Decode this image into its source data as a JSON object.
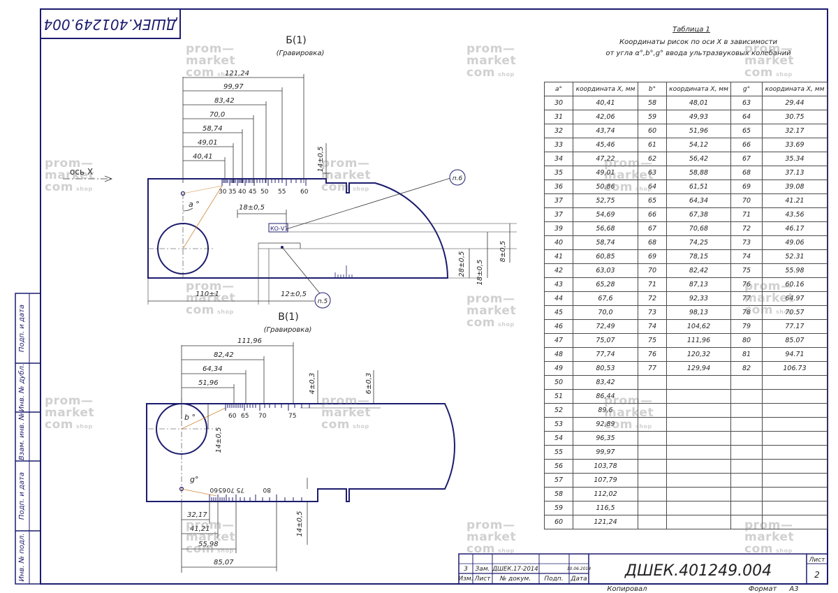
{
  "designation": "ДШЕК.401249.004",
  "side_stamps": [
    "Подп. и дата",
    "Инв. № дубл.",
    "Взам. инв. №",
    "Подп. и дата",
    "Инв. № подл."
  ],
  "view_b": {
    "title": "Б(1)",
    "subtitle": "(Гравировка)",
    "dims": [
      "121,24",
      "99,97",
      "83,42",
      "70,0",
      "58,74",
      "49,01",
      "40,41"
    ],
    "axis_label": "ось X",
    "scale_labels": [
      "30",
      "35",
      "40",
      "45",
      "50",
      "55",
      "60"
    ],
    "angle": "a °",
    "dim_18": "18±0,5",
    "ko_label": "КО-V1",
    "dim_14": "14±0,5",
    "dim_110": "110±1",
    "dim_12": "12±0,5",
    "dim_28": "28±0,5",
    "dim_18v": "18±0,5",
    "dim_8": "8±0,5",
    "callout_6": "п.6",
    "callout_5": "п.5"
  },
  "view_v": {
    "title": "В(1)",
    "subtitle": "(Гравировка)",
    "dims_top": [
      "111,96",
      "82,42",
      "64,34",
      "51,96"
    ],
    "dim_4": "4±0,3",
    "dim_6": "6±0,3",
    "scale_top": [
      "60",
      "65",
      "70",
      "75"
    ],
    "angle_b": "b °",
    "dim_14": "14±0,5",
    "angle_g": "g°",
    "scale_bottom": [
      "60",
      "65",
      "70",
      "75",
      "80"
    ],
    "dims_bottom": [
      "32,17",
      "41,21",
      "55,98",
      "85,07"
    ],
    "dim_14_bottom": "14±0,5"
  },
  "table": {
    "caption": "Таблица 1",
    "title_line1": "Координаты рисок по оси X в зависимости",
    "title_line2": "от угла α°,b°,g° ввода ультразвуковых колебаний",
    "headers": [
      "a°",
      "координата X, мм",
      "b°",
      "координата X, мм",
      "g°",
      "координата X, мм"
    ],
    "rows": [
      [
        "30",
        "40,41",
        "58",
        "48,01",
        "63",
        "29.44"
      ],
      [
        "31",
        "42,06",
        "59",
        "49,93",
        "64",
        "30.75"
      ],
      [
        "32",
        "43,74",
        "60",
        "51,96",
        "65",
        "32.17"
      ],
      [
        "33",
        "45,46",
        "61",
        "54,12",
        "66",
        "33.69"
      ],
      [
        "34",
        "47,22",
        "62",
        "56,42",
        "67",
        "35.34"
      ],
      [
        "35",
        "49,01",
        "63",
        "58,88",
        "68",
        "37.13"
      ],
      [
        "36",
        "50,86",
        "64",
        "61,51",
        "69",
        "39.08"
      ],
      [
        "37",
        "52,75",
        "65",
        "64,34",
        "70",
        "41.21"
      ],
      [
        "37",
        "54,69",
        "66",
        "67,38",
        "71",
        "43.56"
      ],
      [
        "39",
        "56,68",
        "67",
        "70,68",
        "72",
        "46.17"
      ],
      [
        "40",
        "58,74",
        "68",
        "74,25",
        "73",
        "49.06"
      ],
      [
        "41",
        "60,85",
        "69",
        "78,15",
        "74",
        "52.31"
      ],
      [
        "42",
        "63,03",
        "70",
        "82,42",
        "75",
        "55.98"
      ],
      [
        "43",
        "65,28",
        "71",
        "87,13",
        "76",
        "60.16"
      ],
      [
        "44",
        "67,6",
        "72",
        "92,33",
        "77",
        "64.97"
      ],
      [
        "45",
        "70,0",
        "73",
        "98,13",
        "78",
        "70.57"
      ],
      [
        "46",
        "72,49",
        "74",
        "104,62",
        "79",
        "77.17"
      ],
      [
        "47",
        "75,07",
        "75",
        "111,96",
        "80",
        "85.07"
      ],
      [
        "48",
        "77,74",
        "76",
        "120,32",
        "81",
        "94.71"
      ],
      [
        "49",
        "80,53",
        "77",
        "129,94",
        "82",
        "106.73"
      ],
      [
        "50",
        "83,42",
        "",
        "",
        "",
        ""
      ],
      [
        "51",
        "86,44",
        "",
        "",
        "",
        ""
      ],
      [
        "52",
        "89,6",
        "",
        "",
        "",
        ""
      ],
      [
        "53",
        "92,89",
        "",
        "",
        "",
        ""
      ],
      [
        "54",
        "96,35",
        "",
        "",
        "",
        ""
      ],
      [
        "55",
        "99,97",
        "",
        "",
        "",
        ""
      ],
      [
        "56",
        "103,78",
        "",
        "",
        "",
        ""
      ],
      [
        "57",
        "107,79",
        "",
        "",
        "",
        ""
      ],
      [
        "58",
        "112,02",
        "",
        "",
        "",
        ""
      ],
      [
        "59",
        "116,5",
        "",
        "",
        "",
        ""
      ],
      [
        "60",
        "121,24",
        "",
        "",
        "",
        ""
      ]
    ]
  },
  "title_block": {
    "change_no": "3",
    "change_label": "Зам.",
    "doc_no": "ДШЕК.17-2014",
    "date": "10.06.2014",
    "row2": [
      "Изм.",
      "Лист",
      "№ докум.",
      "Подп.",
      "Дата"
    ],
    "designation": "ДШЕК.401249.004",
    "sheet_label": "Лист",
    "sheet_no": "2",
    "copied": "Копировал",
    "format_label": "Формат",
    "format_value": "А3"
  },
  "watermark": {
    "line1": "prom—",
    "line2": "market",
    "line3": "com",
    "tag": "shop"
  }
}
